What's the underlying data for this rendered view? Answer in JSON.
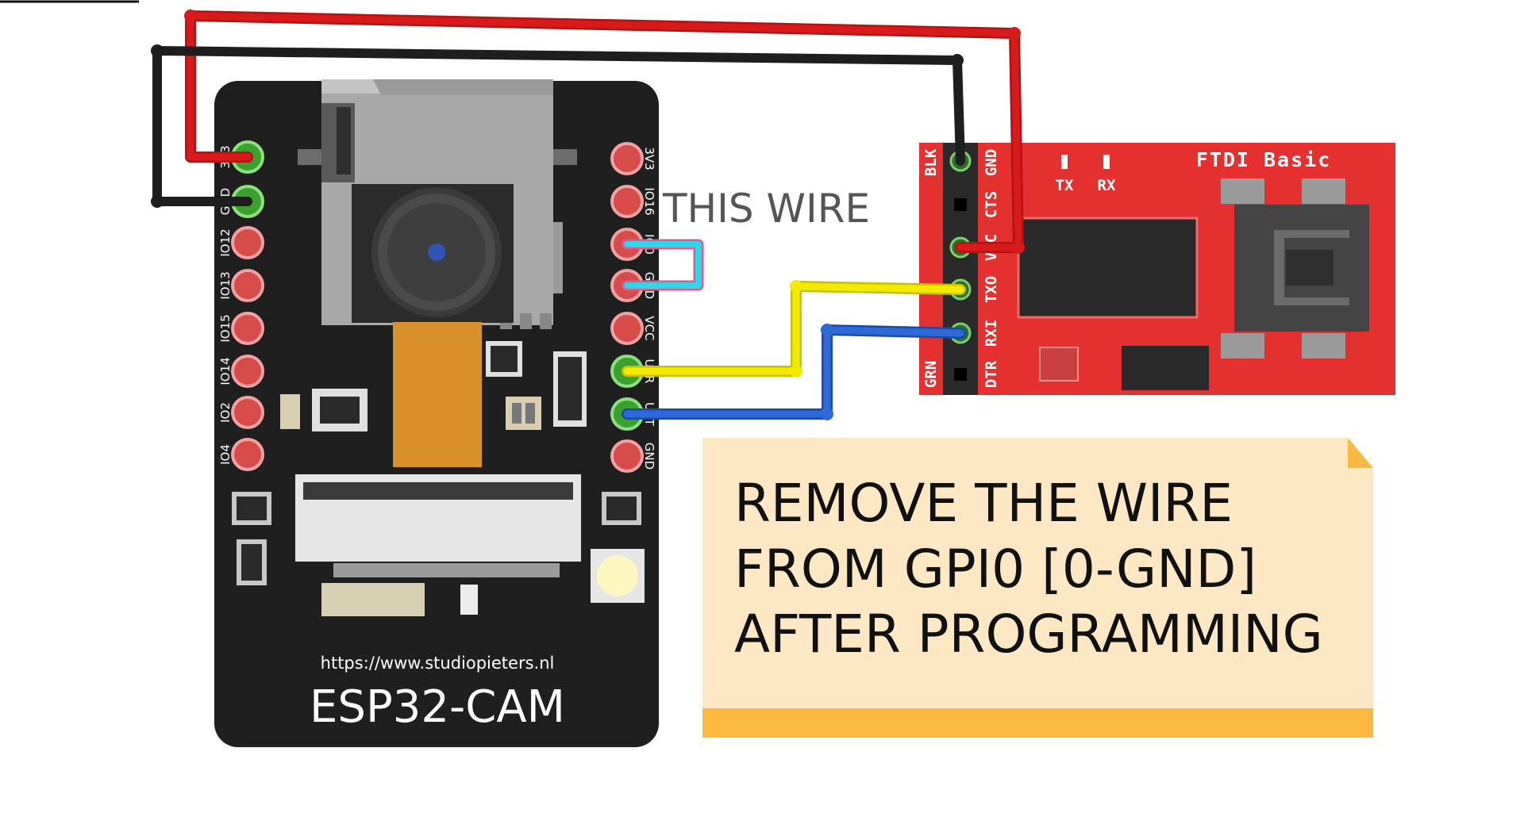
{
  "esp32": {
    "left_pins": [
      "3V3",
      "GND",
      "IO12",
      "IO13",
      "IO15",
      "IO14",
      "IO2",
      "IO4"
    ],
    "right_pins": [
      "3V3",
      "IO16",
      "IO0",
      "GND",
      "VCC",
      "U0R",
      "U0T",
      "GND"
    ],
    "url": "https://www.studiopieters.nl",
    "name": "ESP32-CAM"
  },
  "ftdi": {
    "title": "FTDI Basic",
    "led_tx": "TX",
    "led_rx": "RX",
    "pins": [
      "GND",
      "CTS",
      "VCC",
      "TXO",
      "RXI",
      "DTR"
    ],
    "side_top": "BLK",
    "side_bottom": "GRN"
  },
  "wire_label": "THIS WIRE",
  "note": {
    "lines": [
      "REMOVE THE WIRE",
      "FROM  GPI0  [0-GND]",
      "AFTER PROGRAMMING"
    ]
  },
  "colors": {
    "board": "#1f1f1f",
    "ftdi": "#e53030",
    "wire_red": "#d81a1a",
    "wire_black": "#1e1e1e",
    "wire_yellow": "#f2ea00",
    "wire_blue": "#1f5cc8",
    "wire_cyan": "#33d6e8",
    "note_bg": "#fde8c3",
    "note_bar": "#fbb940"
  }
}
